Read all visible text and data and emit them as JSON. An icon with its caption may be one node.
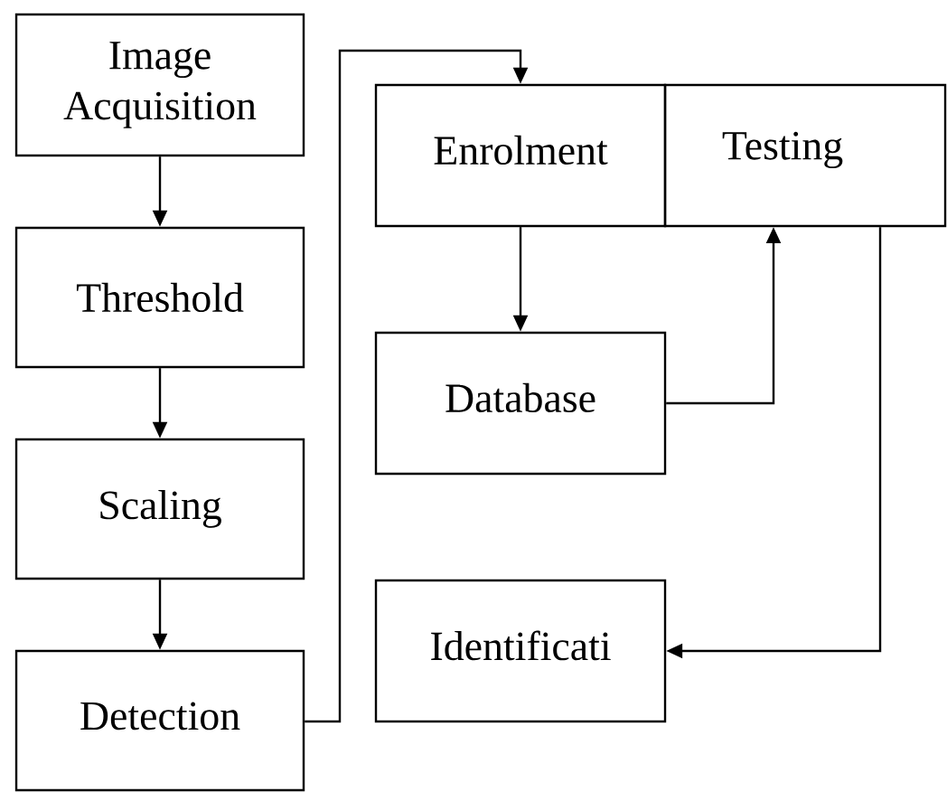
{
  "diagram": {
    "nodes": [
      {
        "text": [
          "Image Acquisition"
        ]
      },
      {
        "text": [
          "Threshold"
        ]
      },
      {
        "text": [
          "Scaling"
        ]
      },
      {
        "text": [
          "Detection"
        ]
      },
      {
        "text": [
          "Enrolment"
        ]
      },
      {
        "text": [
          "Testing"
        ]
      },
      {
        "text": [
          "Database"
        ]
      },
      {
        "text": [
          "Identificati"
        ]
      }
    ],
    "edges": [
      {
        "from": 0,
        "to": 1,
        "arrow": "to"
      },
      {
        "from": 1,
        "to": 2,
        "arrow": "to"
      },
      {
        "from": 2,
        "to": 3,
        "arrow": "to"
      },
      {
        "from": 3,
        "to": 4,
        "arrow": "to"
      },
      {
        "from": 4,
        "to": 6,
        "arrow": "to"
      },
      {
        "from": 6,
        "to": 5,
        "arrow": "to"
      },
      {
        "from": 5,
        "to": 7,
        "arrow": "to"
      }
    ]
  }
}
